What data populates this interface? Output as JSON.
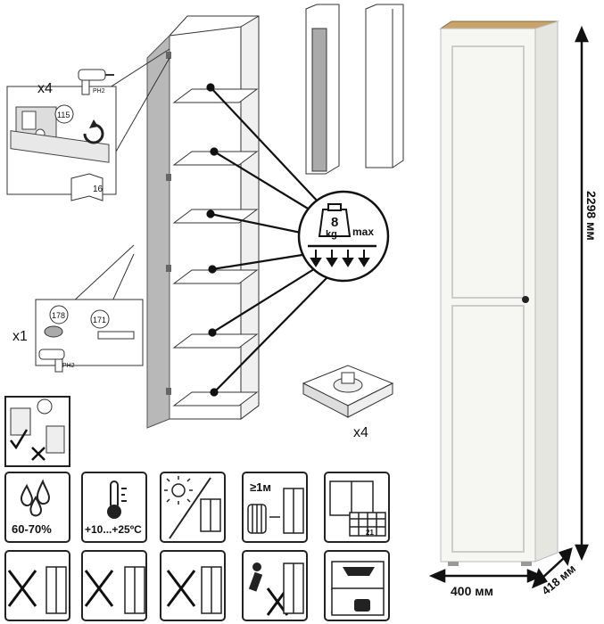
{
  "callouts": {
    "top_qty": "x4",
    "screw_115": "115",
    "book_page": "16",
    "tool_tip": "PH2",
    "lower_qty": "x1",
    "part_178": "178",
    "part_171": "171",
    "tool_tip_lower": "PH2"
  },
  "shelf_load": {
    "weight": "8",
    "unit": "kg",
    "label": "max"
  },
  "feet": {
    "qty": "x4"
  },
  "dimensions": {
    "height": "2298 мм",
    "width": "400 мм",
    "depth": "418 мм"
  },
  "care": {
    "humidity": "60-70%",
    "temperature": "+10...+25ºC",
    "distance": "≥1м",
    "calendar_day": "21"
  },
  "colors": {
    "body": "#f6f6f2",
    "top": "#c9a46a",
    "line": "#1a1a1a",
    "door_panel": "#b8b8b8"
  }
}
